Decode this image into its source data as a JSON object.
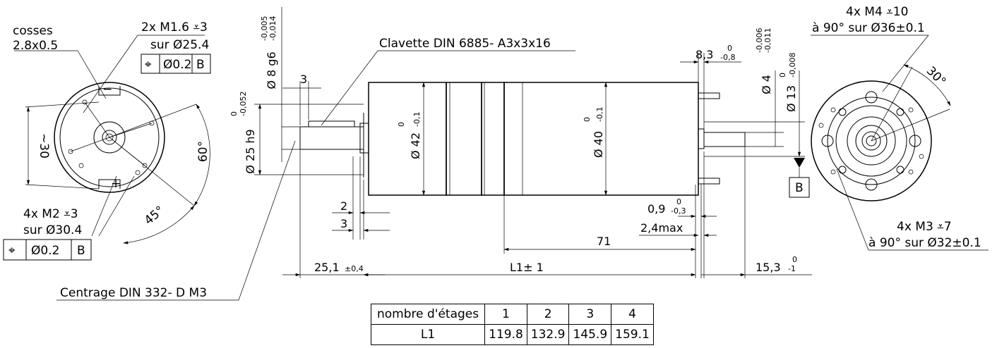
{
  "left_view": {
    "terminals_label_1": "cosses",
    "terminals_label_2": "2.8x0.5",
    "holes_a_1": "2x M1.6 ⩡3",
    "holes_a_2": "sur Ø25.4",
    "holes_b_1": "4x M2 ⩡3",
    "holes_b_2": "sur Ø30.4",
    "fcf_a": {
      "symbol": "⌖",
      "tol": "Ø0.2",
      "datum": "B"
    },
    "fcf_b": {
      "symbol": "⌖",
      "tol": "Ø0.2",
      "datum": "B"
    },
    "dim_30": "~30",
    "angle_60": "60°",
    "angle_45": "45°",
    "minus": "−",
    "plus": "+"
  },
  "side_view": {
    "key_label": "Clavette DIN 6885- A3x3x16",
    "center_label": "Centrage DIN 332- D M3",
    "shaft_dia": "Ø 8 g6",
    "shaft_tol_up": "-0,005",
    "shaft_tol_lo": "-0,014",
    "pilot_dia": "Ø 25 h9",
    "pilot_tol_up": "0",
    "pilot_tol_lo": "-0,052",
    "dim_3_top": "3",
    "body42": "Ø 42",
    "body42_up": "0",
    "body42_lo": "-0,1",
    "body40": "Ø 40",
    "body40_up": "0",
    "body40_lo": "-0,1",
    "dim_8_3": "8,3",
    "dim_8_3_up": "0",
    "dim_8_3_lo": "-0,8",
    "rear_shaft": "Ø 4",
    "rear_shaft_up": "-0,006",
    "rear_shaft_lo": "-0,011",
    "rear_boss": "Ø 13",
    "rear_boss_up": "0",
    "rear_boss_lo": "-0,008",
    "datum_b": "B",
    "dim_2": "2",
    "dim_3": "3",
    "dim_0_9": "0,9",
    "dim_0_9_up": "0",
    "dim_0_9_lo": "-0,3",
    "dim_2_4": "2,4max",
    "dim_71": "71",
    "dim_25_1": "25,1",
    "dim_25_1_tol": "±0,4",
    "dim_L1": "L1± 1",
    "dim_15_3": "15,3",
    "dim_15_3_up": "0",
    "dim_15_3_lo": "-1"
  },
  "right_view": {
    "holes_a_1": "4x M4 ⩡10",
    "holes_a_2": "à 90° sur Ø36±0.1",
    "angle_30": "30°",
    "holes_b_1": "4x M3 ⩡7",
    "holes_b_2": "à 90° sur Ø32±0.1"
  },
  "stage_table": {
    "header": "nombre d'étages",
    "row_label": "L1",
    "stages": [
      "1",
      "2",
      "3",
      "4"
    ],
    "l1_values": [
      "119.8",
      "132.9",
      "145.9",
      "159.1"
    ]
  }
}
